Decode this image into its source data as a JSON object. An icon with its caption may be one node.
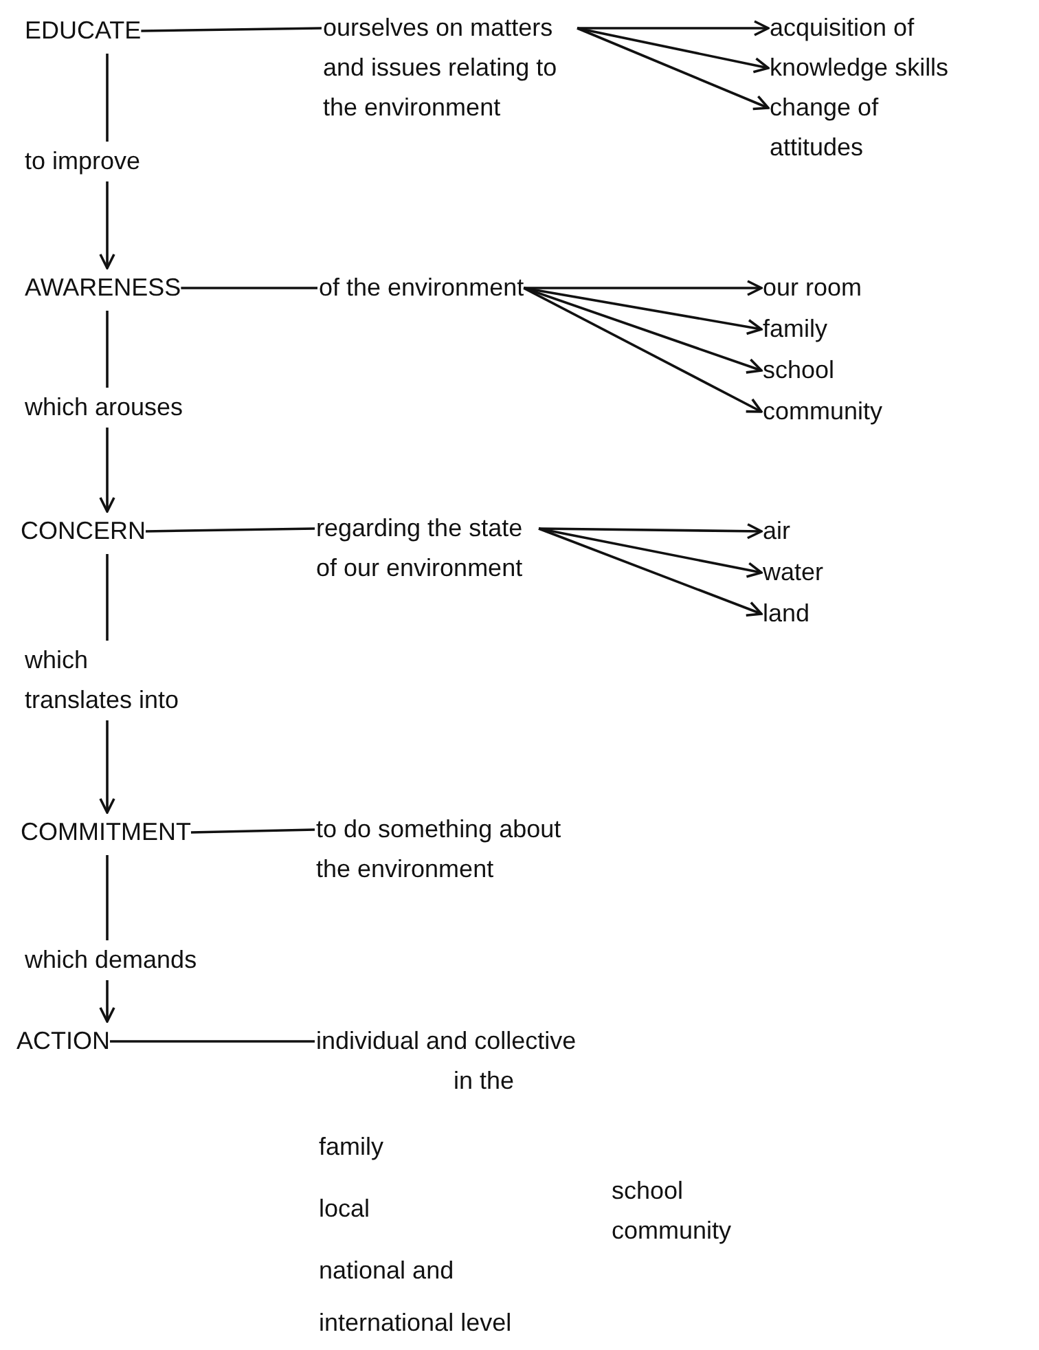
{
  "diagram": {
    "nodes": [
      {
        "text": [
          "EDUCATE"
        ]
      },
      {
        "text": [
          "ourselves on matters and issues relating to the environment"
        ]
      },
      {
        "text": [
          "acquisition of"
        ]
      },
      {
        "text": [
          "knowledge skills"
        ]
      },
      {
        "text": [
          "change of attitudes"
        ]
      },
      {
        "text": [
          "AWARENESS"
        ]
      },
      {
        "text": [
          "of the environment"
        ]
      },
      {
        "text": [
          "our room"
        ]
      },
      {
        "text": [
          "family"
        ]
      },
      {
        "text": [
          "school"
        ]
      },
      {
        "text": [
          "community"
        ]
      },
      {
        "text": [
          "CONCERN"
        ]
      },
      {
        "text": [
          "regarding the state of our environment"
        ]
      },
      {
        "text": [
          "air"
        ]
      },
      {
        "text": [
          "water"
        ]
      },
      {
        "text": [
          "land"
        ]
      },
      {
        "text": [
          "COMMITMENT"
        ]
      },
      {
        "text": [
          "to do something about the environment"
        ]
      },
      {
        "text": [
          "ACTION"
        ]
      },
      {
        "text": [
          "individual and collective",
          "in the"
        ]
      }
    ],
    "edges": [
      {
        "from": 0,
        "to": 1,
        "arrow": "none"
      },
      {
        "from": 1,
        "to": 2,
        "arrow": "to"
      },
      {
        "from": 1,
        "to": 3,
        "arrow": "to"
      },
      {
        "from": 1,
        "to": 4,
        "arrow": "to"
      },
      {
        "from": 0,
        "to": 5,
        "arrow": "to",
        "label": "to improve"
      },
      {
        "from": 5,
        "to": 6,
        "arrow": "none"
      },
      {
        "from": 6,
        "to": 7,
        "arrow": "to"
      },
      {
        "from": 6,
        "to": 8,
        "arrow": "to"
      },
      {
        "from": 6,
        "to": 9,
        "arrow": "to"
      },
      {
        "from": 6,
        "to": 10,
        "arrow": "to"
      },
      {
        "from": 5,
        "to": 11,
        "arrow": "to",
        "label": "which arouses"
      },
      {
        "from": 11,
        "to": 12,
        "arrow": "none"
      },
      {
        "from": 12,
        "to": 13,
        "arrow": "to"
      },
      {
        "from": 12,
        "to": 14,
        "arrow": "to"
      },
      {
        "from": 12,
        "to": 15,
        "arrow": "to"
      },
      {
        "from": 11,
        "to": 16,
        "arrow": "to",
        "label": "which translates into"
      },
      {
        "from": 16,
        "to": 17,
        "arrow": "none"
      },
      {
        "from": 16,
        "to": 18,
        "arrow": "to",
        "label": "which demands"
      },
      {
        "from": 18,
        "to": 19,
        "arrow": "none"
      }
    ],
    "labels": [
      "family",
      "local",
      "school community",
      "national and",
      "international level"
    ]
  }
}
